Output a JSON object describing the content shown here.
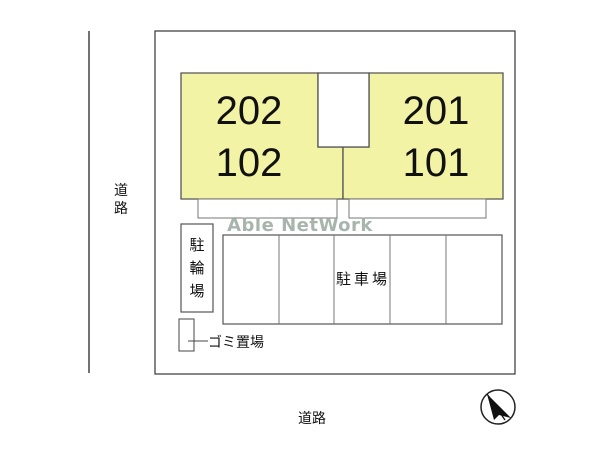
{
  "map": {
    "road_left_label_line1": "道",
    "road_left_label_line2": "路",
    "road_bottom_label": "道路",
    "watermark": "Able NetWork",
    "units": {
      "left_top": "202",
      "left_bottom": "102",
      "right_top": "201",
      "right_bottom": "101"
    },
    "bicycle_parking": [
      "駐",
      "輪",
      "場"
    ],
    "car_parking": "駐車場",
    "garbage": "ゴミ置場",
    "compass_icon": "north-arrow-icon",
    "colors": {
      "building_fill": "#f3f3a6",
      "line": "#555555",
      "watermark": "#9aa7a0"
    }
  }
}
